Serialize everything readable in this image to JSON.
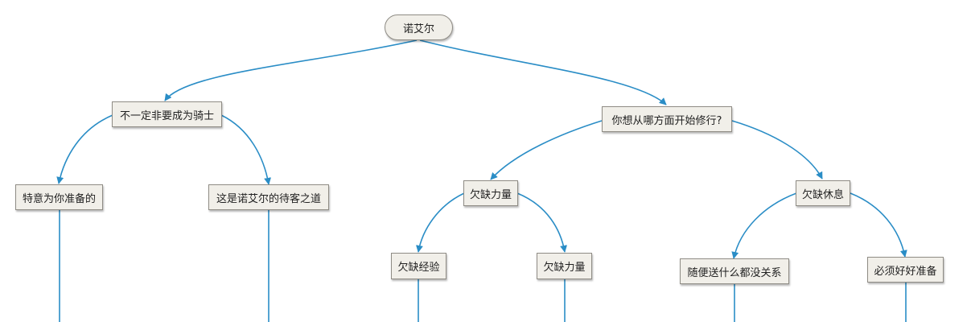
{
  "nodes": {
    "root": "诺艾尔",
    "not_knight": "不一定非要成为骑士",
    "train_where": "你想从哪方面开始修行?",
    "prepared_for_you": "特意为你准备的",
    "hospitality": "这是诺艾尔的待客之道",
    "lack_strength_a": "欠缺力量",
    "lack_rest": "欠缺休息",
    "lack_experience": "欠缺经验",
    "lack_strength_b": "欠缺力量",
    "anything_goes": "随便送什么都没关系",
    "must_prepare": "必须好好准备"
  },
  "colors": {
    "edge": "#2a8dc6",
    "node_fill": "#f1efe9",
    "node_border": "#8f8c85"
  }
}
